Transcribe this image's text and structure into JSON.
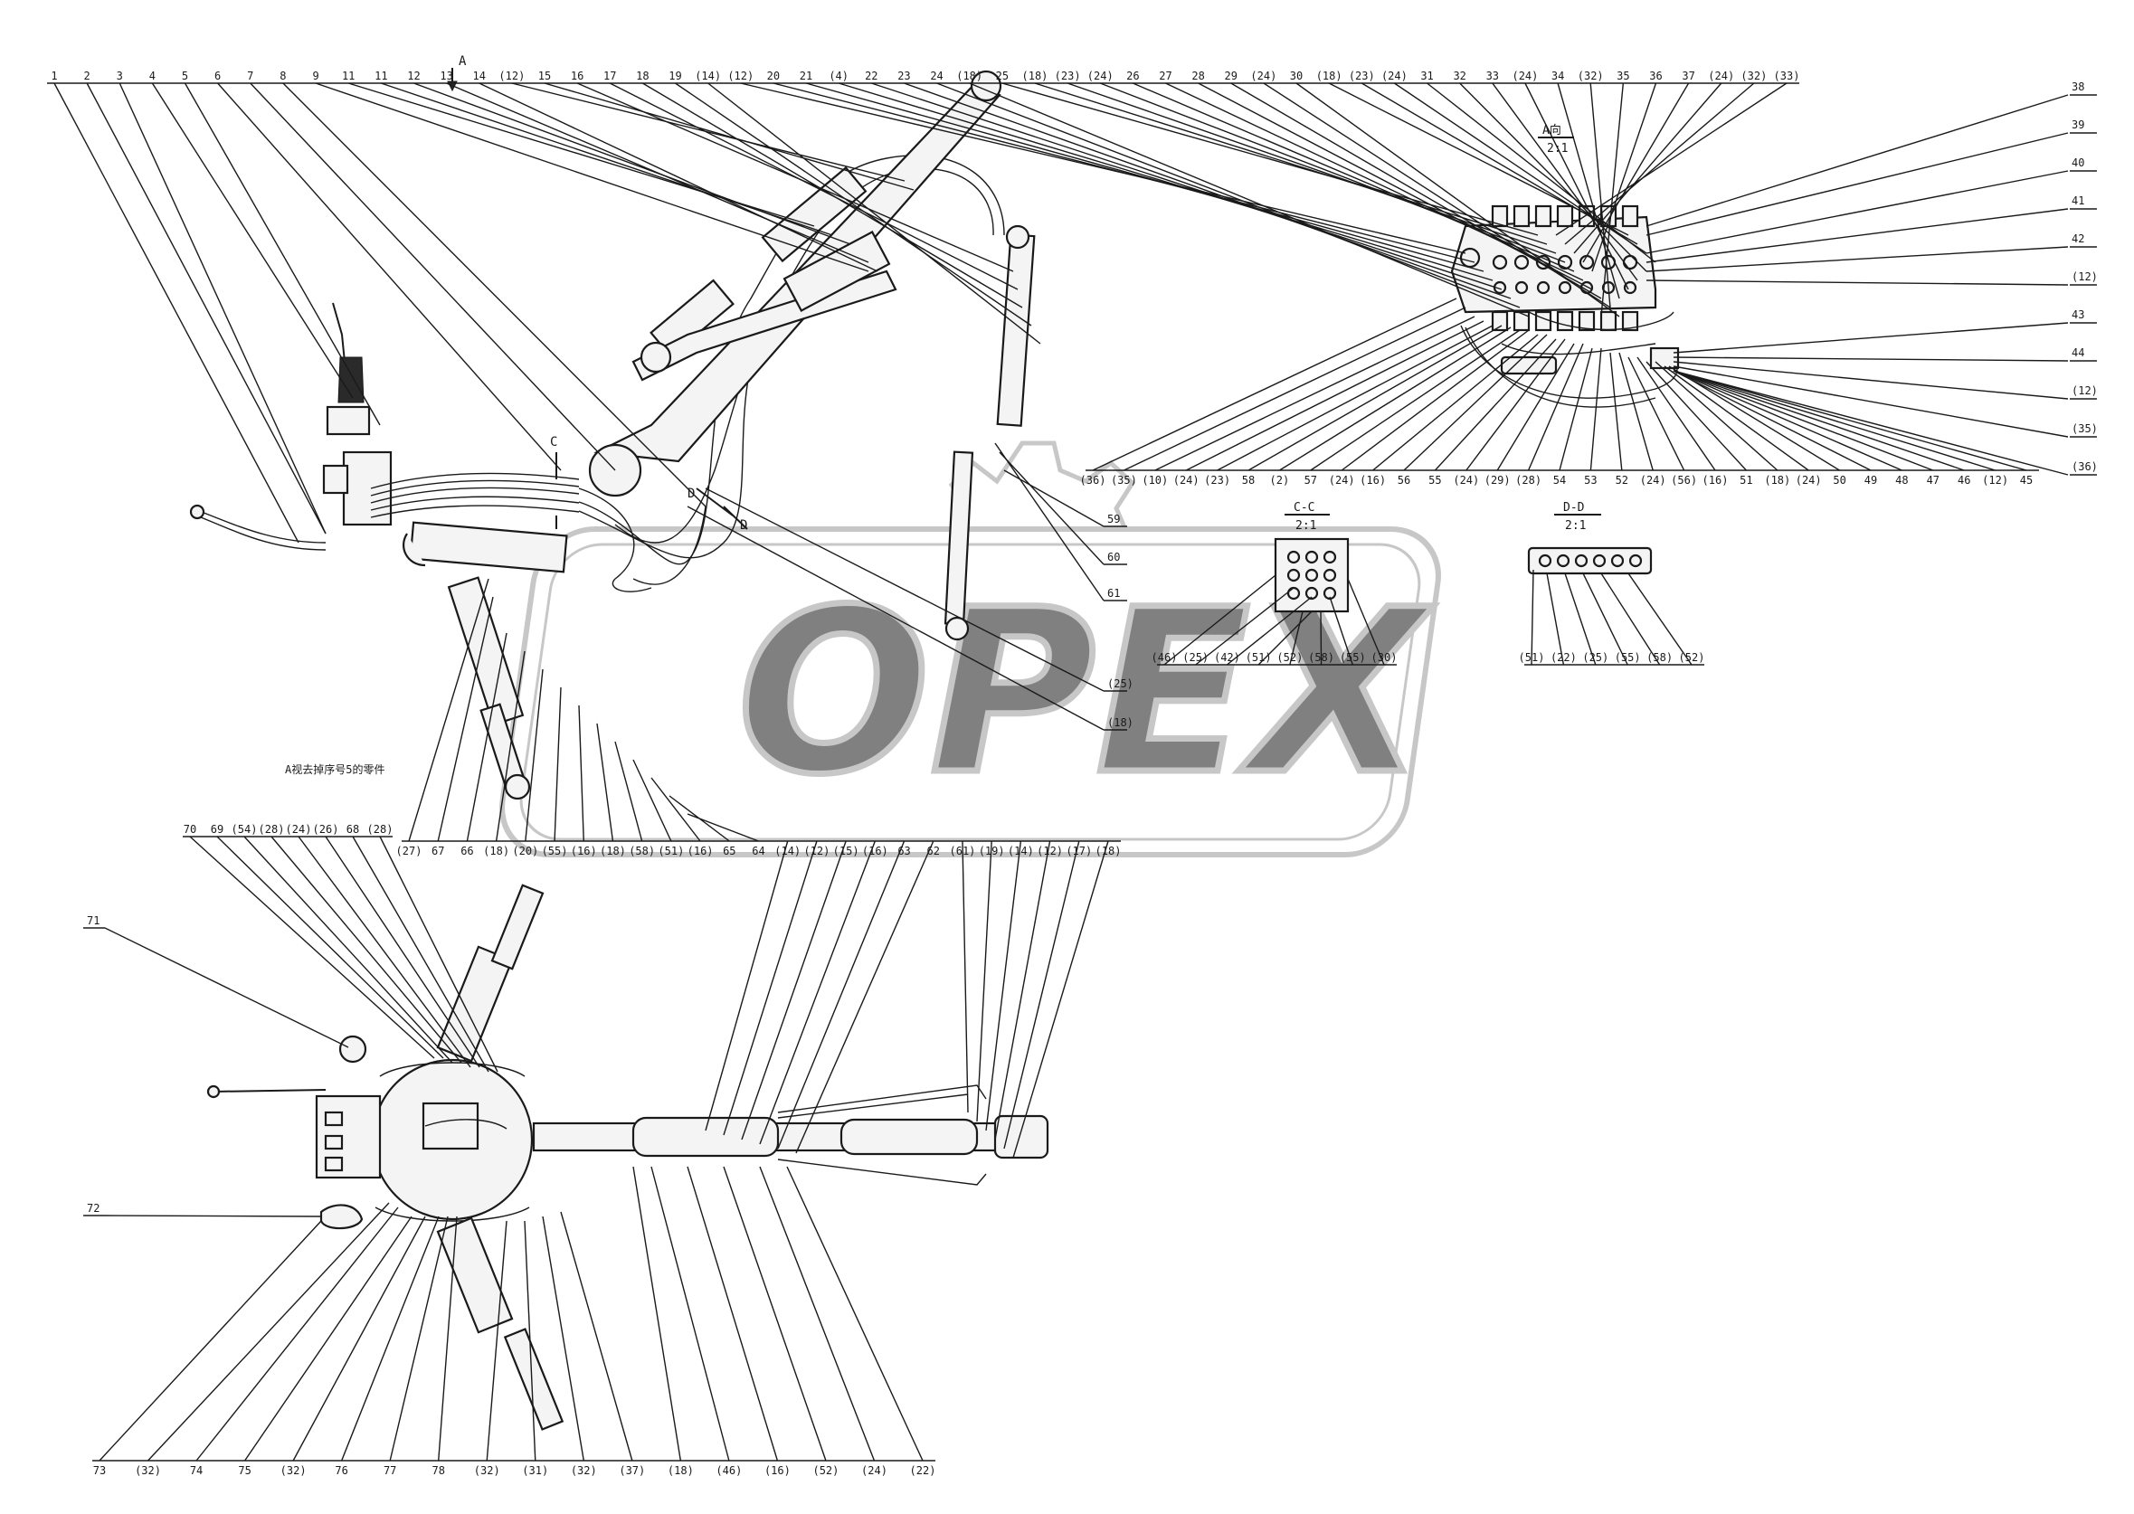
{
  "watermark": {
    "text": "OPEX",
    "color": "#9a9a9a"
  },
  "view_marks": {
    "arrow_a": "A",
    "sec_c": "C",
    "sec_d": "D"
  },
  "detail_a": {
    "title": "A向",
    "scale": "2:1"
  },
  "section_cc": {
    "title": "C-C",
    "scale": "2:1"
  },
  "section_dd": {
    "title": "D-D",
    "scale": "2:1"
  },
  "note": "A视去掉序号5的零件",
  "callouts": {
    "top": [
      "1",
      "2",
      "3",
      "4",
      "5",
      "6",
      "7",
      "8",
      "9",
      "11",
      "11",
      "12",
      "13",
      "14",
      "(12)",
      "15",
      "16",
      "17",
      "18",
      "19",
      "(14)",
      "(12)",
      "20",
      "21",
      "(4)",
      "22",
      "23",
      "24",
      "(18)",
      "25",
      "(18)",
      "(23)",
      "(24)",
      "26",
      "27",
      "28",
      "29",
      "(24)",
      "30",
      "(18)",
      "(23)",
      "(24)",
      "31",
      "32",
      "33",
      "(24)",
      "34",
      "(32)",
      "35",
      "36",
      "37",
      "(24)",
      "(32)",
      "(33)"
    ],
    "right": [
      "38",
      "39",
      "40",
      "41",
      "42",
      "(12)",
      "43",
      "44",
      "(12)",
      "(35)",
      "(36)"
    ],
    "valve_bottom": [
      "(36)",
      "(35)",
      "(10)",
      "(24)",
      "(23)",
      "58",
      "(2)",
      "57",
      "(24)",
      "(16)",
      "56",
      "55",
      "(24)",
      "(29)",
      "(28)",
      "54",
      "53",
      "52",
      "(24)",
      "(56)",
      "(16)",
      "51",
      "(18)",
      "(24)",
      "50",
      "49",
      "48",
      "47",
      "46",
      "(12)",
      "45"
    ],
    "mid": [
      "59",
      "60",
      "61",
      "(25)",
      "(18)"
    ],
    "section_cc": [
      "(46)",
      "(25)",
      "(42)",
      "(51)",
      "(52)",
      "(58)",
      "(55)",
      "(30)"
    ],
    "section_dd": [
      "(51)",
      "(22)",
      "(25)",
      "(55)",
      "(58)",
      "(52)"
    ],
    "mid_row": [
      "(27)",
      "67",
      "66",
      "(18)",
      "(20)",
      "(55)",
      "(16)",
      "(18)",
      "(58)",
      "(51)",
      "(16)",
      "65",
      "64",
      "(14)",
      "(12)",
      "(15)",
      "(16)",
      "63",
      "62",
      "(61)",
      "(19)",
      "(14)",
      "(12)",
      "(17)",
      "(18)"
    ],
    "lower_top": [
      "70",
      "69",
      "(54)",
      "(28)",
      "(24)",
      "(26)",
      "68",
      "(28)"
    ],
    "lower_left": [
      "71",
      "72"
    ],
    "bottom": [
      "73",
      "(32)",
      "74",
      "75",
      "(32)",
      "76",
      "77",
      "78",
      "(32)",
      "(31)",
      "(32)",
      "(37)",
      "(18)",
      "(46)",
      "(16)",
      "(52)",
      "(24)",
      "(22)"
    ]
  }
}
